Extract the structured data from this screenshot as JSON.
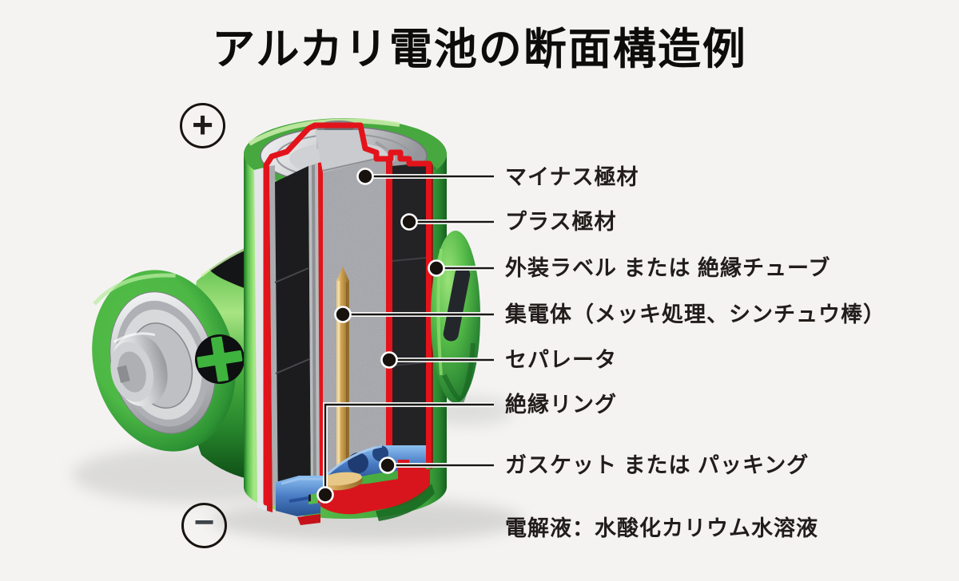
{
  "title": "アルカリ電池の断面構造例",
  "terminals": {
    "plus": "+",
    "minus": "−"
  },
  "labels": [
    {
      "text": "マイナス極材"
    },
    {
      "text": "プラス極材"
    },
    {
      "text": "外装ラベル または 絶縁チューブ"
    },
    {
      "text": "集電体（メッキ処理、シンチュウ棒）"
    },
    {
      "text": "セパレータ"
    },
    {
      "text": "絶縁リング"
    },
    {
      "text": "ガスケット または パッキング"
    }
  ],
  "note": "電解液：水酸化カリウム水溶液",
  "colors": {
    "background": "#f4f3f2",
    "battery_green": "#3fa63c",
    "cutaway_red": "#e3131b",
    "gasket_blue": "#4a7cc4",
    "collector_brass": "#c89b4e",
    "electrode_black": "#1c1c1e",
    "anode_gray": "#a4a5ab",
    "text": "#221d1a"
  }
}
